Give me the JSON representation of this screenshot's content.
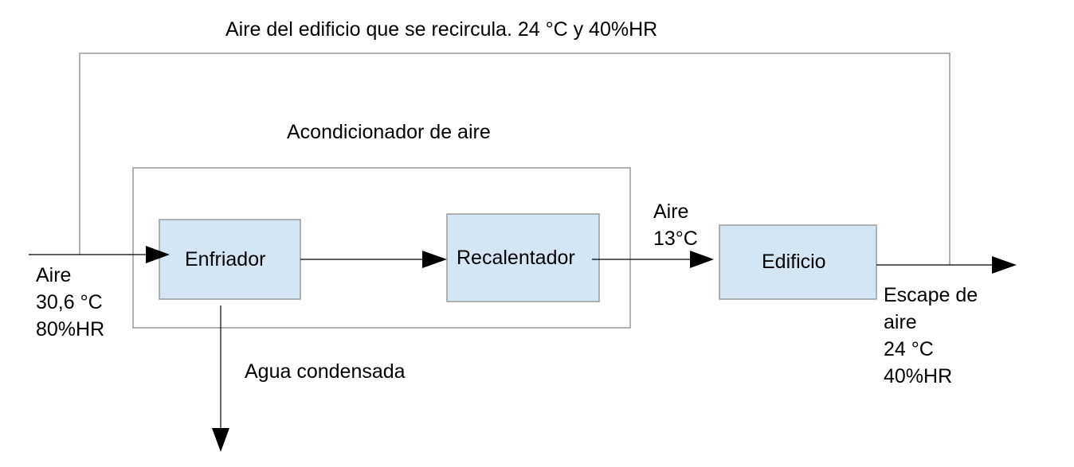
{
  "title_recirculation": "Aire del edificio que se recircula.  24 °C y 40%HR",
  "label_unit": "Acondicionador de aire",
  "blocks": {
    "cooler": "Enfriador",
    "reheater": "Recalentador",
    "building": "Edificio"
  },
  "inlet": {
    "line1": "Aire",
    "line2": "30,6 °C",
    "line3": "80%HR"
  },
  "supply": {
    "line1": "Aire",
    "line2": "13°C"
  },
  "condensate": "Agua condensada",
  "exhaust": {
    "line1": "Escape de",
    "line2": "aire",
    "line3": "24 °C",
    "line4": "40%HR"
  },
  "colors": {
    "block_fill": "#d4e5f3",
    "block_stroke": "#9a9a9a",
    "frame_stroke": "#9a9a9a",
    "arrow": "#000000"
  }
}
